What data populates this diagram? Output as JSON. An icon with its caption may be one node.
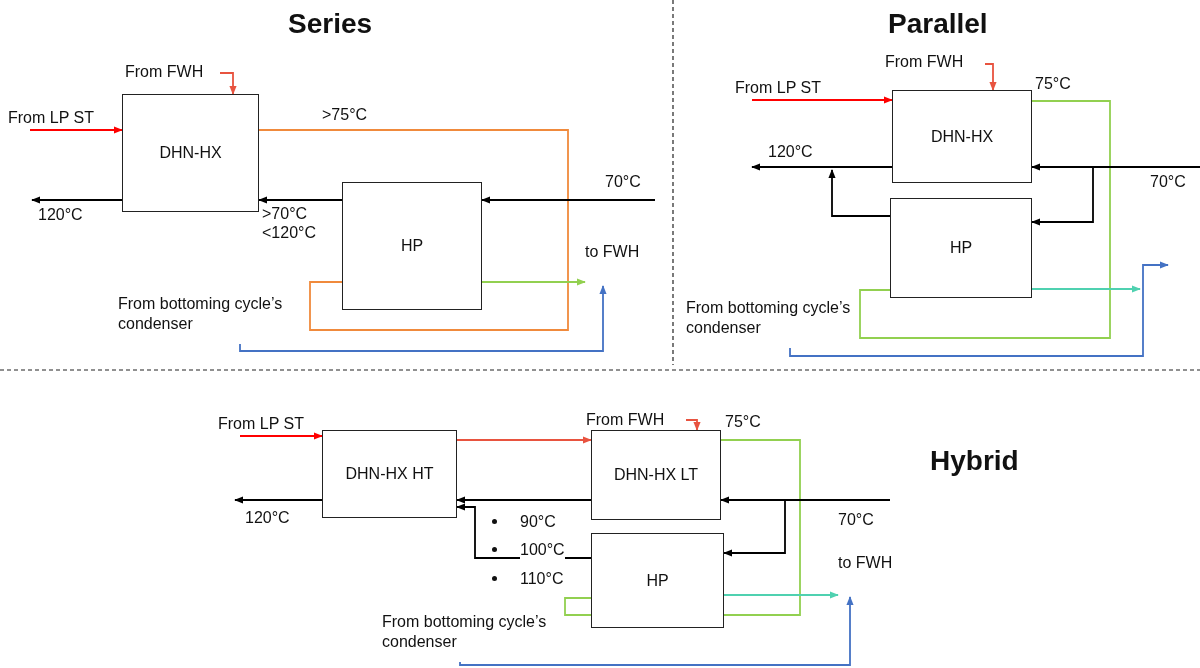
{
  "diagram": {
    "nodes": [
      {
        "text": [
          "DHN-HX"
        ]
      },
      {
        "text": [
          "HP"
        ]
      },
      {
        "text": [
          "From LP ST"
        ]
      },
      {
        "text": [
          "From FWH"
        ]
      },
      {
        "text": [
          "From bottoming cycle’s condenser"
        ]
      },
      {
        "text": [
          "to FWH"
        ]
      },
      {
        "text": [
          "DHN-HX"
        ]
      },
      {
        "text": [
          "HP"
        ]
      },
      {
        "text": [
          "From LP ST"
        ]
      },
      {
        "text": [
          "From FWH"
        ]
      },
      {
        "text": [
          "From bottoming cycle’s condenser"
        ]
      },
      {
        "text": [
          "DHN-HX HT"
        ]
      },
      {
        "text": [
          "DHN-HX LT"
        ]
      },
      {
        "text": [
          "HP"
        ]
      },
      {
        "text": [
          "From LP ST"
        ]
      },
      {
        "text": [
          "From FWH"
        ]
      },
      {
        "text": [
          "From bottoming cycle’s condenser"
        ]
      },
      {
        "text": [
          "to FWH"
        ]
      }
    ],
    "edges": [
      {
        "from": 2,
        "to": 0,
        "arrow": "to",
        "color": "#ff0000"
      },
      {
        "from": 3,
        "to": 0,
        "arrow": "to",
        "color": "#e8533f"
      },
      {
        "from": 0,
        "to": null,
        "arrow": "to",
        "label": "120°C"
      },
      {
        "from": 0,
        "to": 1,
        "arrow": "none",
        "label": ">75°C",
        "color": "#f08a3c"
      },
      {
        "from": null,
        "to": 1,
        "arrow": "to",
        "label": "70°C"
      },
      {
        "from": 1,
        "to": 0,
        "arrow": "to",
        "label": ">70°C <120°C"
      },
      {
        "from": 1,
        "to": 5,
        "arrow": "to",
        "color": "#92d050"
      },
      {
        "from": 4,
        "to": 5,
        "arrow": "to",
        "color": "#4472c4"
      },
      {
        "from": 8,
        "to": 6,
        "arrow": "to",
        "color": "#ff0000"
      },
      {
        "from": 9,
        "to": 6,
        "arrow": "to",
        "color": "#e8533f"
      },
      {
        "from": 6,
        "to": null,
        "arrow": "to",
        "label": "120°C"
      },
      {
        "from": 6,
        "to": 7,
        "arrow": "none",
        "label": "75°C",
        "color": "#92d050"
      },
      {
        "from": null,
        "to": 6,
        "arrow": "to",
        "label": "70°C"
      },
      {
        "from": null,
        "to": 7,
        "arrow": "to"
      },
      {
        "from": 7,
        "to": null,
        "arrow": "to"
      },
      {
        "from": 7,
        "to": null,
        "arrow": "to",
        "color": "#4fd1b0"
      },
      {
        "from": 10,
        "to": null,
        "arrow": "to",
        "color": "#4472c4"
      },
      {
        "from": 14,
        "to": 11,
        "arrow": "to",
        "color": "#ff0000"
      },
      {
        "from": 15,
        "to": 12,
        "arrow": "to",
        "color": "#e8533f"
      },
      {
        "from": 11,
        "to": 12,
        "arrow": "to",
        "color": "#e8533f"
      },
      {
        "from": 11,
        "to": null,
        "arrow": "to",
        "label": "120°C"
      },
      {
        "from": 12,
        "to": 11,
        "arrow": "to"
      },
      {
        "from": 12,
        "to": 13,
        "arrow": "none",
        "label": "75°C",
        "color": "#92d050"
      },
      {
        "from": null,
        "to": 12,
        "arrow": "to",
        "label": "70°C"
      },
      {
        "from": null,
        "to": 13,
        "arrow": "to"
      },
      {
        "from": 13,
        "to": 11,
        "arrow": "to"
      },
      {
        "from": 13,
        "to": 17,
        "arrow": "to",
        "color": "#4fd1b0"
      },
      {
        "from": 16,
        "to": 17,
        "arrow": "to",
        "color": "#4472c4"
      }
    ],
    "labels": [
      "Series",
      "Parallel",
      "Hybrid",
      "90°C",
      "100°C",
      "110°C"
    ]
  }
}
